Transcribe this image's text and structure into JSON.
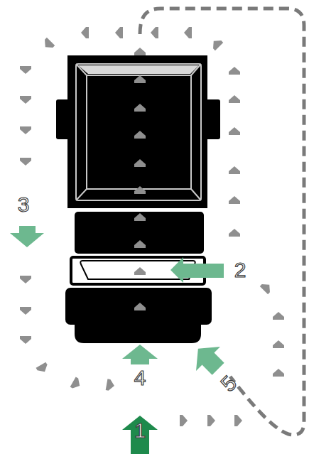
{
  "diagram": {
    "labels": [
      "3",
      "2",
      "4",
      "5",
      "1"
    ]
  }
}
